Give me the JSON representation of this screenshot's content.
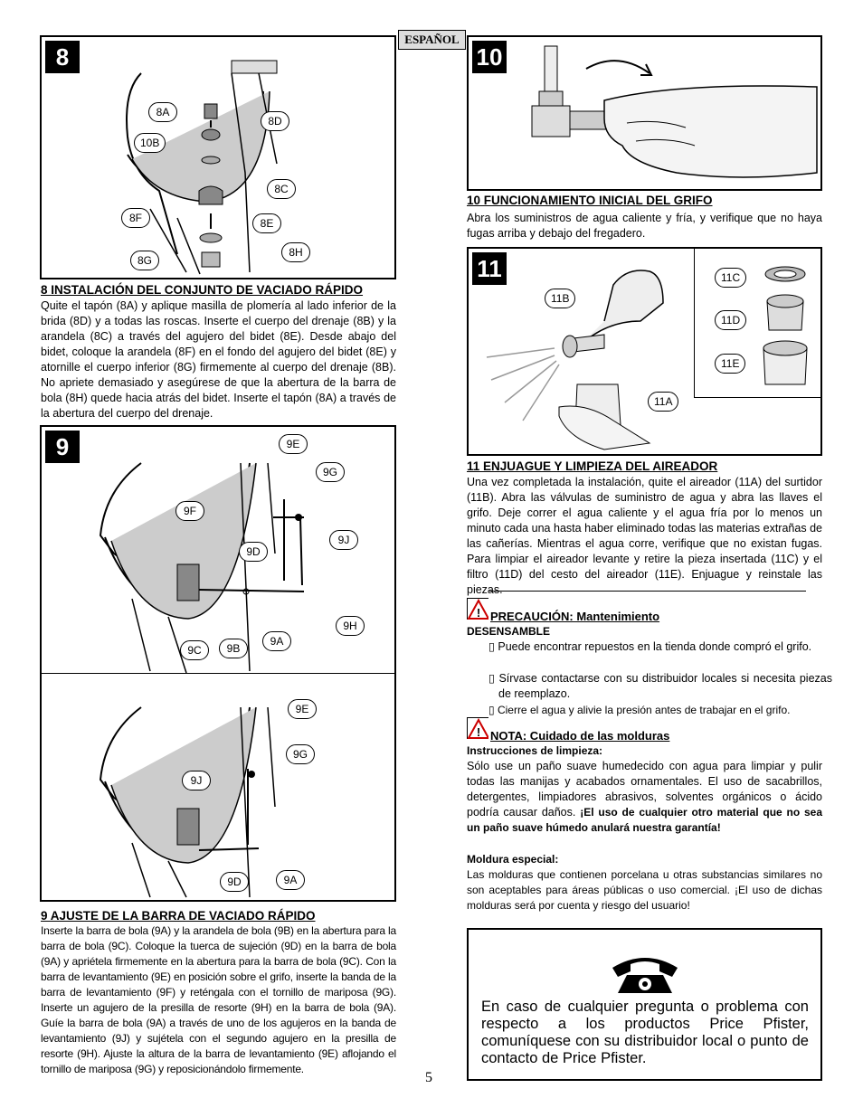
{
  "header": {
    "language_tag": "ESPAÑOL"
  },
  "page_number": "5",
  "step8": {
    "number": "8",
    "callouts": [
      "8A",
      "10B",
      "8D",
      "8C",
      "8F",
      "8E",
      "8H",
      "8G"
    ],
    "heading": "8  INSTALACIÓN DEL CONJUNTO DE VACIADO RÁPIDO",
    "body": "Quite el tapón (8A) y aplique masilla de plomería al lado inferior de la brida (8D) y a todas las roscas. Inserte el cuerpo del drenaje (8B) y la arandela (8C) a través del agujero del bidet (8E). Desde abajo del bidet, coloque la arandela (8F) en el fondo del agujero del bidet (8E) y atornille el cuerpo inferior (8G) firmemente al cuerpo del drenaje (8B). No apriete demasiado y asegúrese de que la abertura de la barra de bola (8H) quede hacia atrás del bidet. Inserte el tapón (8A) a través de la abertura del cuerpo del drenaje."
  },
  "step9": {
    "number": "9",
    "callouts_top": [
      "9E",
      "9G",
      "9F",
      "9J",
      "9D",
      "9H",
      "9A",
      "9C",
      "9B"
    ],
    "callouts_bottom": [
      "9E",
      "9G",
      "9J",
      "9D",
      "9A"
    ],
    "heading": "9  AJUSTE DE LA BARRA DE VACIADO RÁPIDO",
    "body": "Inserte la barra de bola (9A) y la arandela de bola (9B) en la abertura para la barra de bola (9C). Coloque la tuerca de sujeción (9D) en la barra de bola (9A) y apriétela firmemente en la abertura para la barra de bola (9C). Con la barra de levantamiento (9E) en posición sobre el grifo, inserte la banda de la barra de levantamiento (9F) y reténgala con el tornillo de mariposa (9G). Inserte un agujero de la presilla de resorte (9H) en la barra de bola (9A). Guíe la barra de bola (9A) a través de uno de los agujeros en la banda de levantamiento (9J) y sujétela con el segundo agujero en la presilla de resorte (9H). Ajuste la altura de la barra de levantamiento (9E) aflojando el tornillo de mariposa (9G) y reposicionándolo firmemente."
  },
  "step10": {
    "number": "10",
    "heading": "10  FUNCIONAMIENTO INICIAL DEL GRIFO",
    "body": "Abra los suministros de agua caliente y fría, y verifique que no haya fugas arriba y debajo del fregadero."
  },
  "step11": {
    "number": "11",
    "callouts": [
      "11B",
      "11A",
      "11C",
      "11D",
      "11E"
    ],
    "heading": "11  ENJUAGUE Y LIMPIEZA DEL AIREADOR",
    "body": "Una vez completada la instalación, quite el aireador (11A) del surtidor (11B). Abra las válvulas de suministro de agua y abra las llaves el grifo. Deje correr el agua caliente y el agua fría por lo menos un minuto cada una hasta haber eliminado todas las materias extrañas de las cañerías. Mientras el agua corre, verifique que no existan fugas. Para limpiar el aireador levante y retire la pieza insertada (11C) y el filtro (11D) del cesto del aireador (11E). Enjuague y reinstale las piezas."
  },
  "caution": {
    "heading": "PRECAUCIÓN: Mantenimiento",
    "subheading": "DESENSAMBLE",
    "bullets": [
      "Puede encontrar repuestos en la tienda donde compró el grifo.",
      "Sírvase contactarse con su distribuidor locales si necesita piezas de reemplazo.",
      "Cierre el agua y alivie la presión antes de trabajar en el grifo."
    ]
  },
  "note": {
    "heading": "NOTA: Cuidado de las molduras",
    "instructions_label": "Instrucciones de limpieza:",
    "instructions_text": "Sólo use un paño suave humedecido con agua para limpiar y pulir todas las manijas y acabados ornamentales. El uso de sacabrillos, detergentes, limpiadores abrasivos, solventes orgánicos o ácido podría causar daños. ",
    "instructions_bold": "¡El uso de cualquier otro material que no sea un paño suave húmedo anulará nuestra garantía!",
    "special_label": "Moldura especial:",
    "special_text": "Las molduras que contienen porcelana u otras substancias similares no son aceptables para áreas públicas o uso comercial. ¡El uso de dichas molduras será por cuenta y riesgo del usuario!"
  },
  "contact": {
    "icon": "telephone-icon",
    "text": "En caso de cualquier pregunta o problema con respecto a los productos Price Pfister, comuníquese con su distribuidor local o punto de contacto de Price Pfister."
  }
}
